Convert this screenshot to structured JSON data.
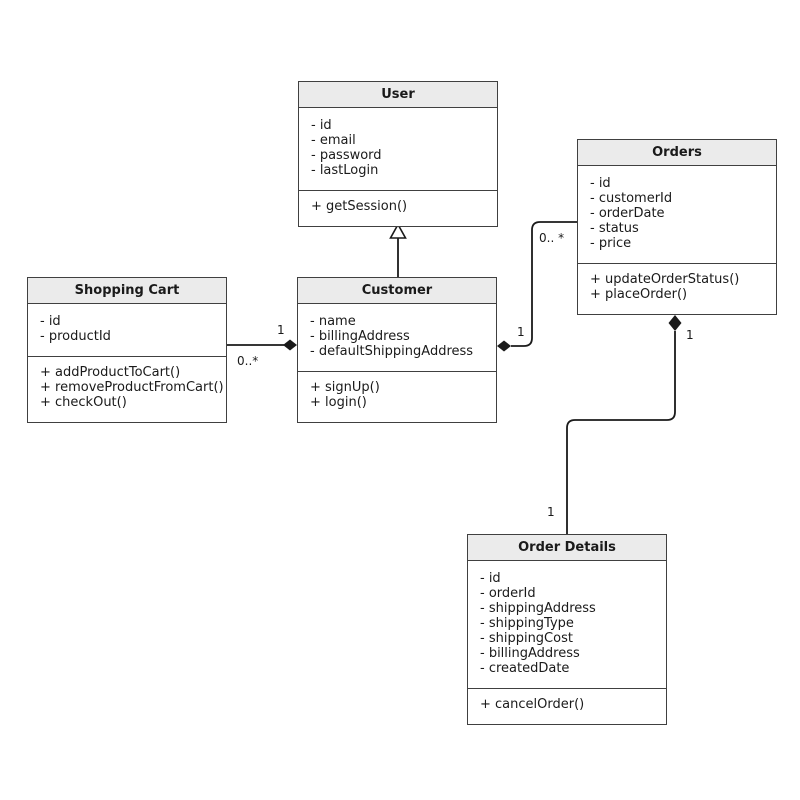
{
  "classes": [
    {
      "name": "User",
      "attributes": [
        "- id",
        "- email",
        "- password",
        "- lastLogin"
      ],
      "methods": [
        "+ getSession()"
      ]
    },
    {
      "name": "Orders",
      "attributes": [
        "- id",
        "- customerId",
        "- orderDate",
        "- status",
        "- price"
      ],
      "methods": [
        "+ updateOrderStatus()",
        "+ placeOrder()"
      ]
    },
    {
      "name": "Shopping Cart",
      "attributes": [
        "- id",
        "- productId"
      ],
      "methods": [
        "+ addProductToCart()",
        "+ removeProductFromCart()",
        "+ checkOut()"
      ]
    },
    {
      "name": "Customer",
      "attributes": [
        "- name",
        "- billingAddress",
        "- defaultShippingAddress"
      ],
      "methods": [
        "+ signUp()",
        "+ login()"
      ]
    },
    {
      "name": "Order Details",
      "attributes": [
        "- id",
        "- orderId",
        "- shippingAddress",
        "- shippingType",
        "- shippingCost",
        "- billingAddress",
        "- createdDate"
      ],
      "methods": [
        "+ cancelOrder()"
      ]
    }
  ],
  "relationships": [
    {
      "type": "generalization",
      "from": "Customer",
      "to": "User"
    },
    {
      "type": "composition",
      "owner": "Customer",
      "part": "Shopping Cart",
      "owner_multiplicity": "1",
      "part_multiplicity": "0..*"
    },
    {
      "type": "composition",
      "owner": "Customer",
      "part": "Orders",
      "owner_multiplicity": "1",
      "part_multiplicity": "0.. *"
    },
    {
      "type": "composition",
      "owner": "Orders",
      "part": "Order Details",
      "owner_multiplicity": "1",
      "part_multiplicity": "1"
    }
  ],
  "colors": {
    "header_fill": "#ebebeb",
    "box_border": "#404040",
    "connector": "#1a1a1a",
    "text": "#1a1a1a",
    "background": "#ffffff"
  }
}
